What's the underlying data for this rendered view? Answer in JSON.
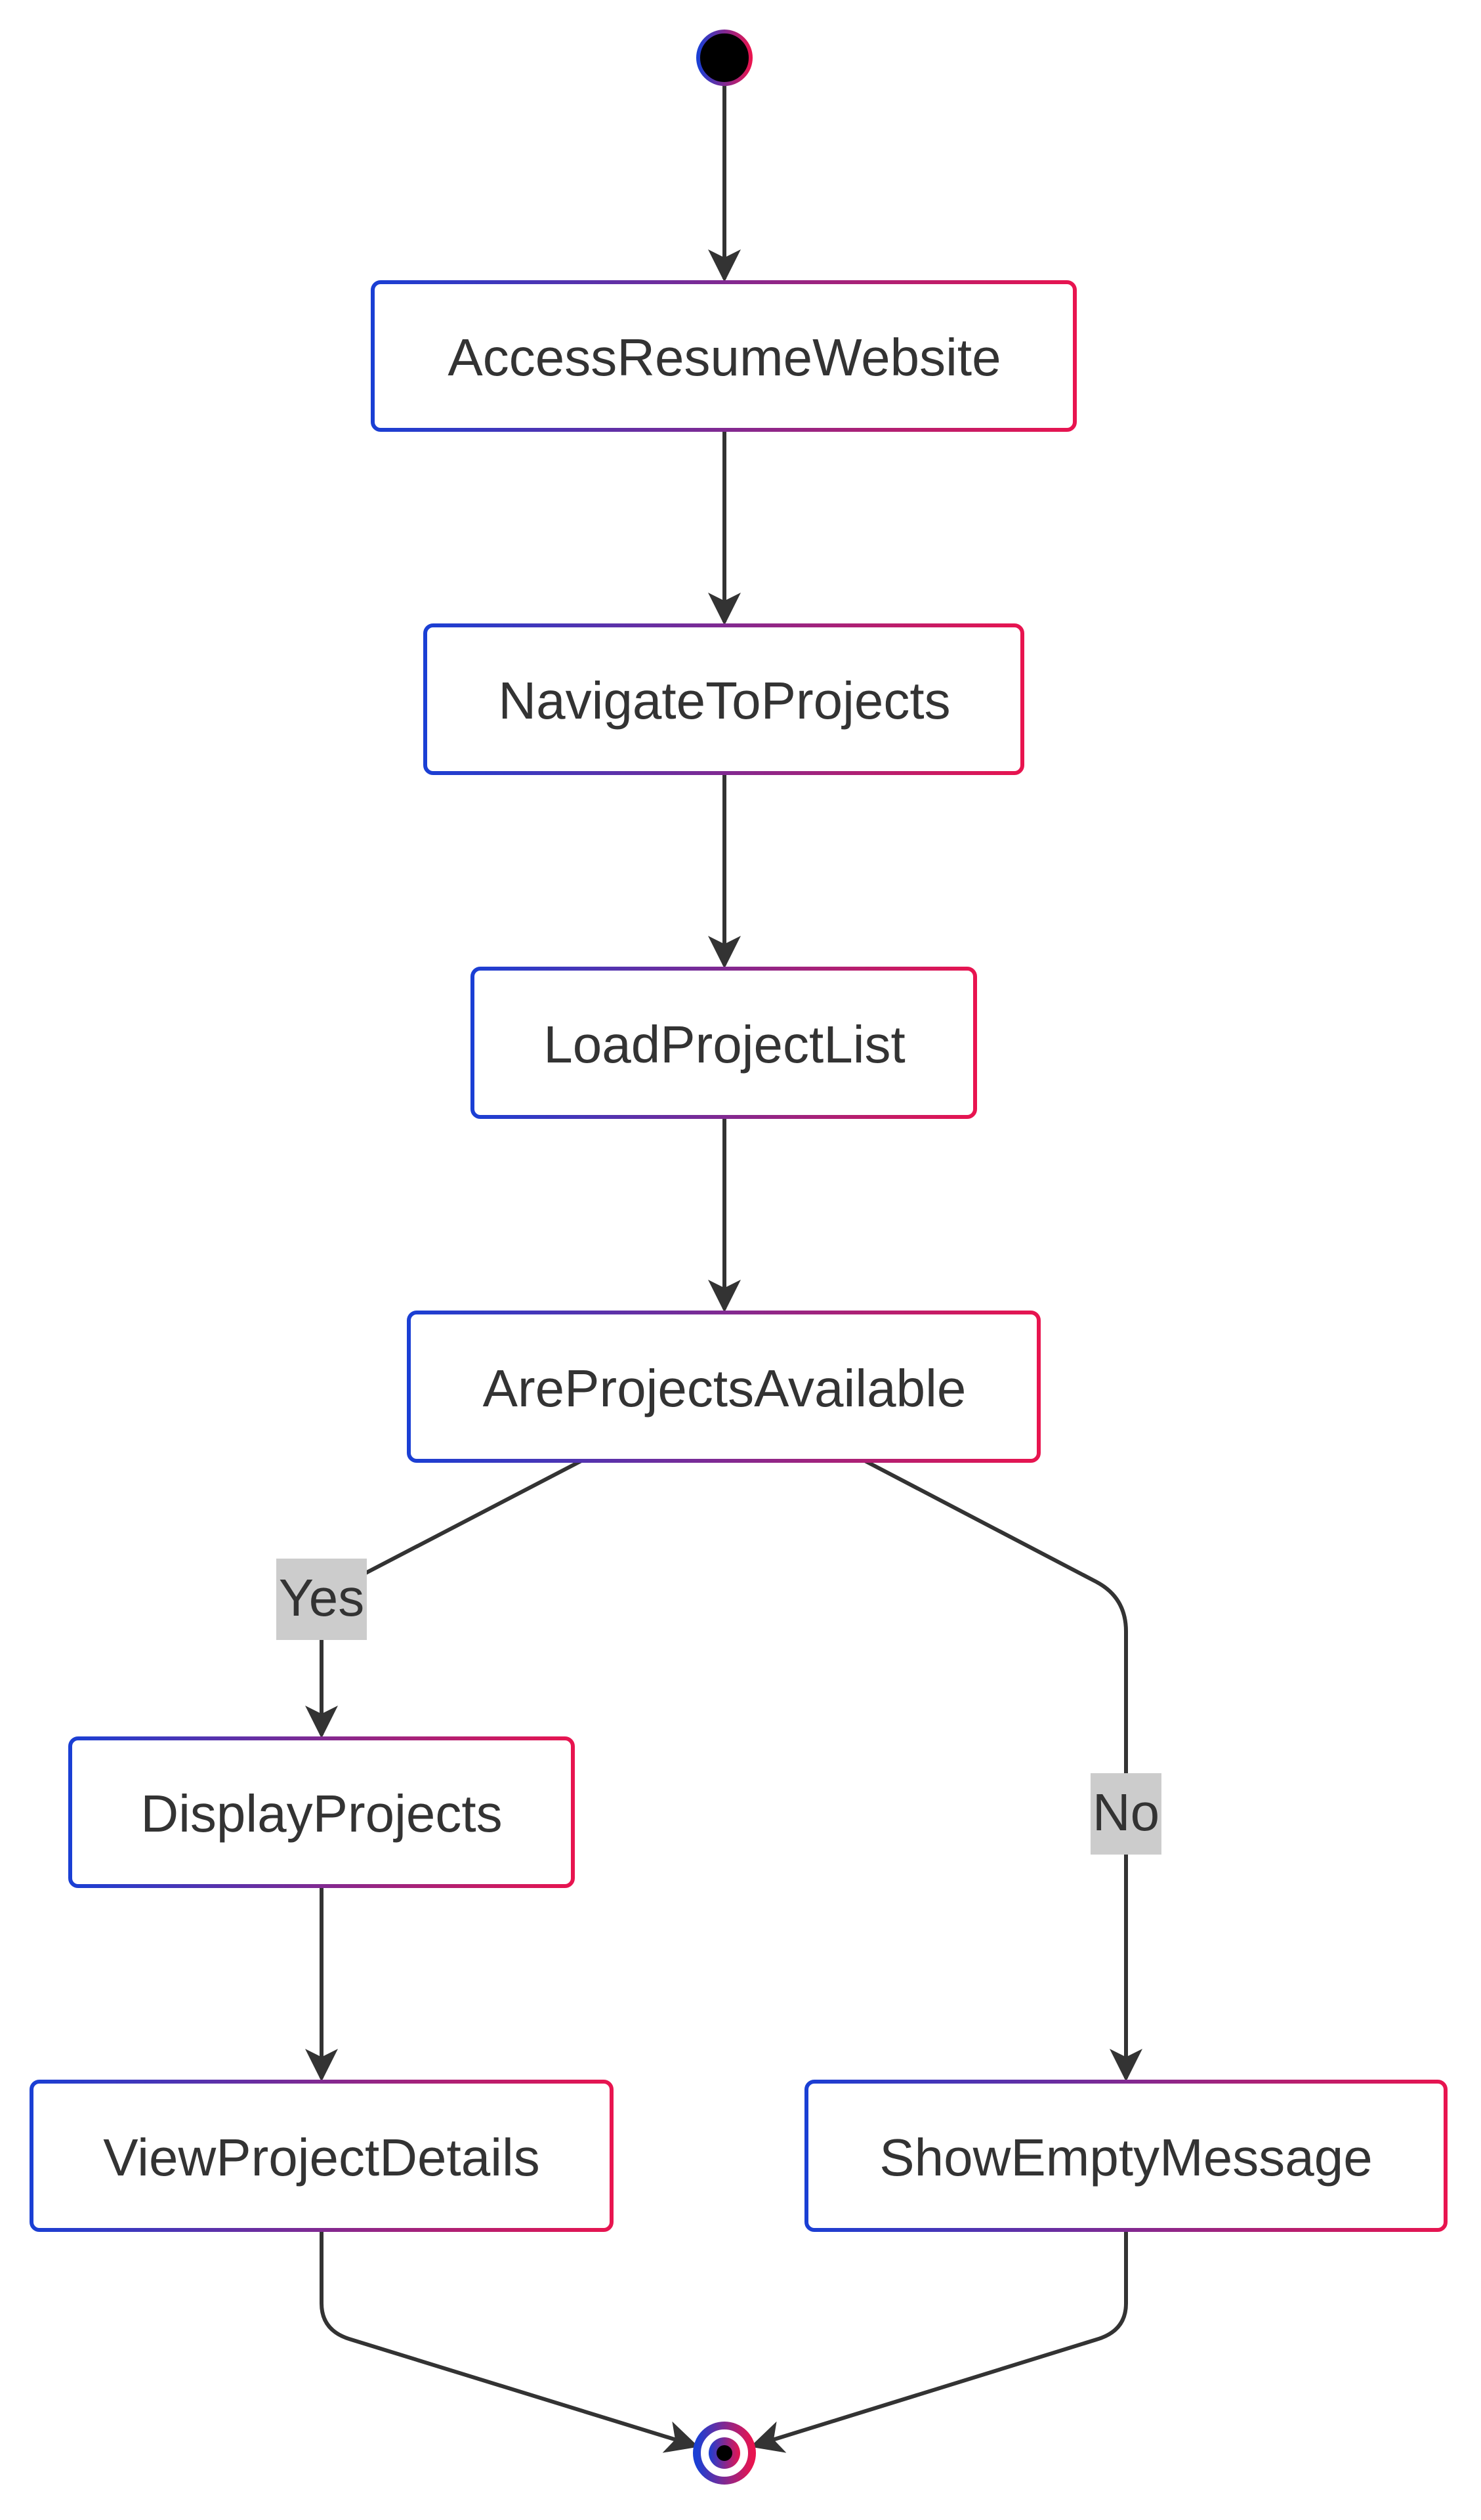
{
  "diagram": {
    "type": "state-diagram",
    "nodes": {
      "access": "AccessResumeWebsite",
      "navigate": "NavigateToProjects",
      "load": "LoadProjectList",
      "decision": "AreProjectsAvailable",
      "display": "DisplayProjects",
      "details": "ViewProjectDetails",
      "empty": "ShowEmptyMessage"
    },
    "edge_labels": {
      "yes": "Yes",
      "no": "No"
    },
    "colors": {
      "border_start": "#1a3fd4",
      "border_end": "#e8144f",
      "edge": "#333333",
      "label_bg": "#cccccc",
      "text": "#333333"
    }
  }
}
